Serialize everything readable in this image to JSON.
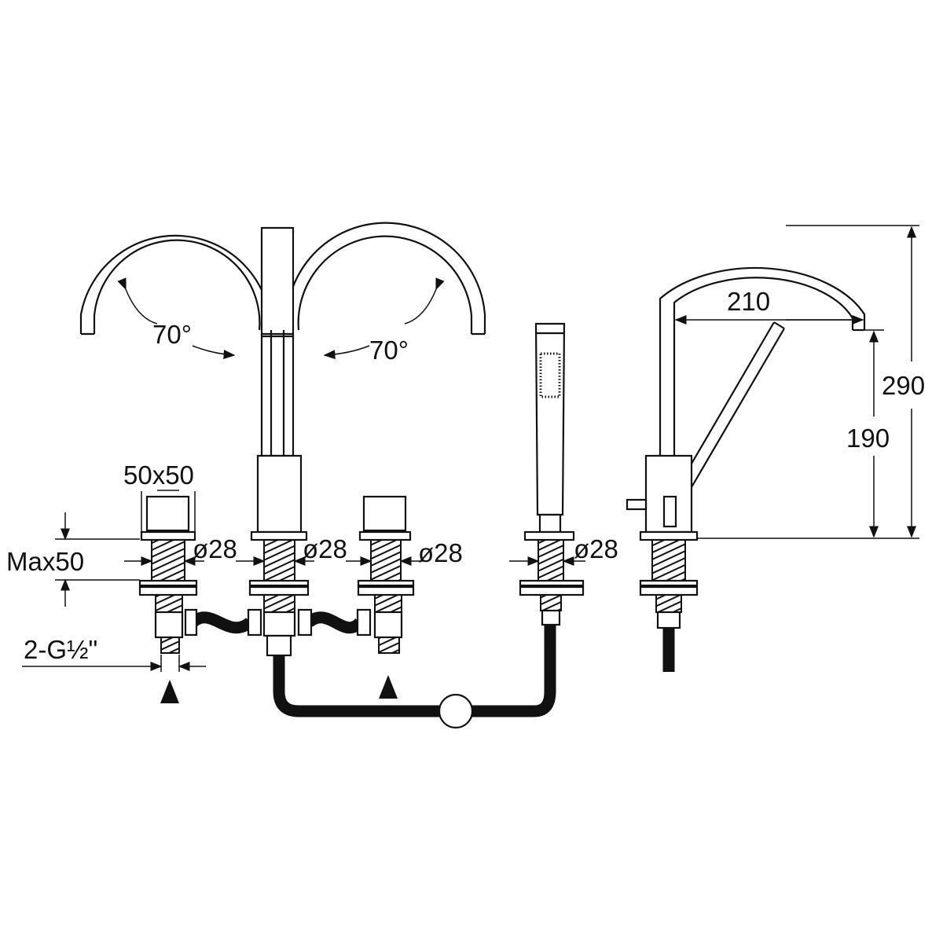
{
  "drawing": {
    "left_swivel_angle": "70°",
    "right_swivel_angle": "70°",
    "handle_size": "50x50",
    "deck_thickness": "Max50",
    "hole_diameters": [
      "ø28",
      "ø28",
      "ø28",
      "ø28"
    ],
    "inlet_thread": "2-G½\"",
    "spout_reach": "210",
    "total_height": "290",
    "spout_height": "190"
  }
}
